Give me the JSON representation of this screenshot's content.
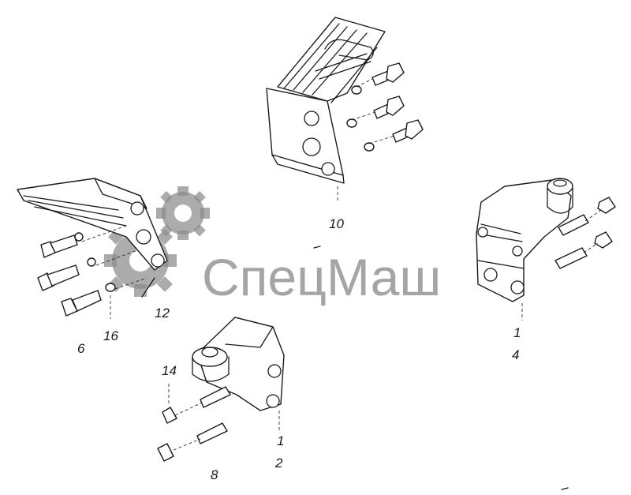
{
  "watermark": {
    "text": "СпецМаш",
    "color": "#8c8c8c"
  },
  "callouts": {
    "c10": "10",
    "c12": "12",
    "c6": "6",
    "c16": "16",
    "c14": "14",
    "c1a": "1",
    "c2": "2",
    "c8": "8",
    "c1b": "1",
    "c4": "4"
  },
  "colors": {
    "line": "#1a1a1a",
    "background": "#ffffff"
  }
}
